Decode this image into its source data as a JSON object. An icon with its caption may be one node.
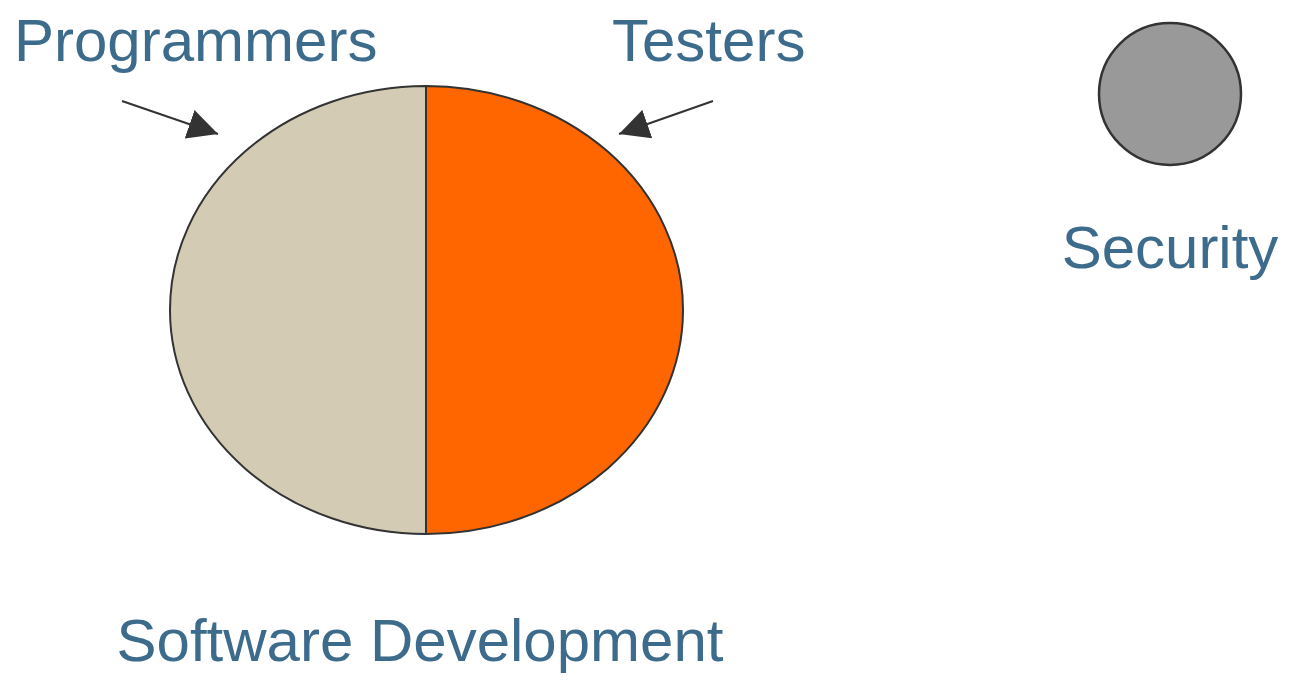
{
  "diagram": {
    "nodes": [
      {
        "text": [
          "Programmers"
        ]
      },
      {
        "text": [
          "Testers"
        ]
      },
      {
        "text": [],
        "shape": "circle",
        "beside": [
          "Software Development"
        ]
      },
      {
        "text": [],
        "shape": "semicircle",
        "in": 2
      },
      {
        "text": [],
        "shape": "semicircle",
        "in": 2
      },
      {
        "text": [],
        "shape": "circle",
        "beside": [
          "Security"
        ]
      }
    ],
    "edges": [
      {
        "from": 0,
        "to": 3,
        "arrow": "to"
      },
      {
        "from": 1,
        "to": 4,
        "arrow": "to"
      }
    ]
  }
}
